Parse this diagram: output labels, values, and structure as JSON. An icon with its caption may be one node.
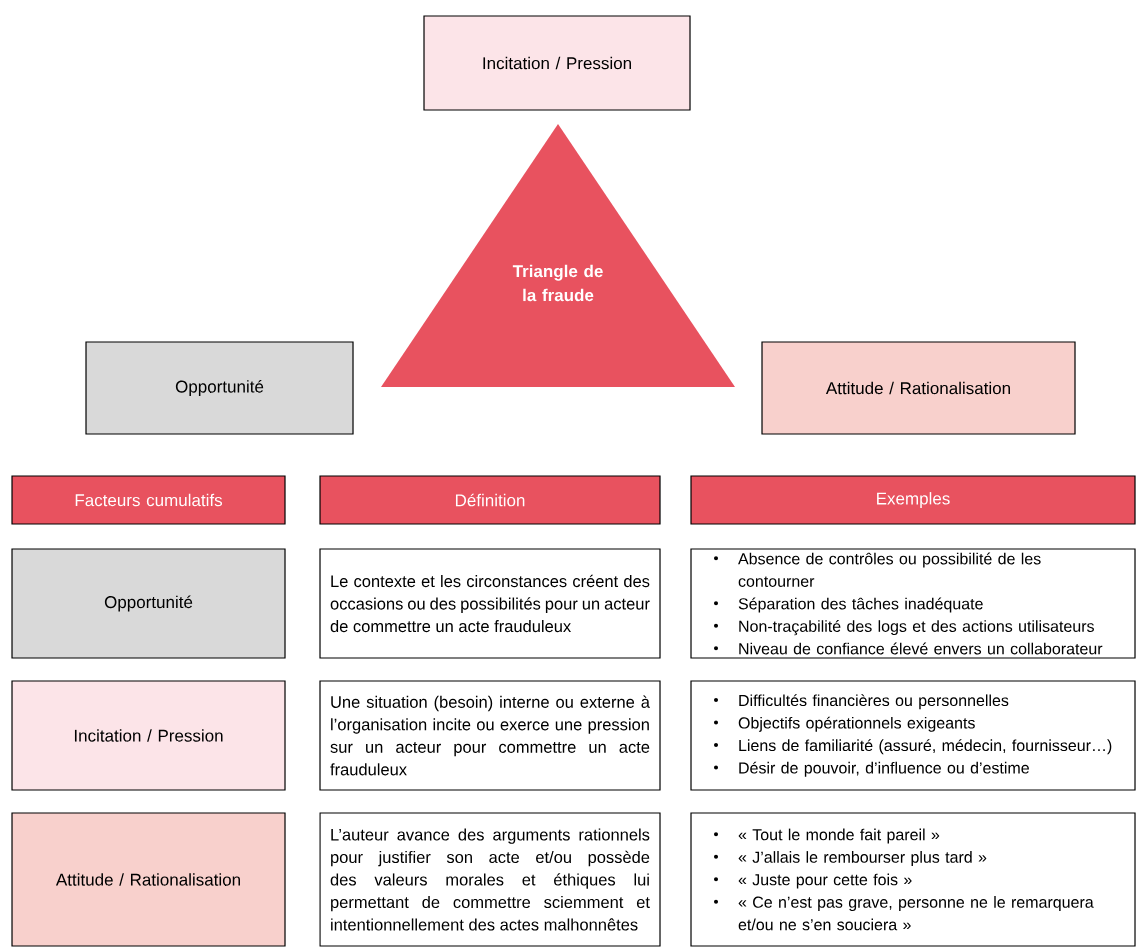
{
  "diagram": {
    "nodes": [
      {
        "text": [
          "Incitation / Pression"
        ]
      },
      {
        "text": [
          "Triangle de la fraude"
        ]
      },
      {
        "text": [
          "Opportunité"
        ]
      },
      {
        "text": [
          "Attitude / Rationalisation"
        ]
      },
      {
        "text": [
          "Facteurs cumulatifs"
        ]
      },
      {
        "text": [
          "Définition"
        ]
      },
      {
        "text": [
          "Exemples"
        ]
      },
      {
        "text": [
          "Opportunité"
        ]
      },
      {
        "text": [
          "Le contexte et les circonstances créent des occasions ou des possibilités pour un acteur de commettre un acte frauduleux"
        ]
      },
      {
        "text": [
          "Absence de contrôles ou possibilité de les contourner",
          "Séparation des tâches inadéquate",
          "Non-traçabilité des logs et des actions utilisateurs",
          "Niveau de confiance élevé envers un collaborateur"
        ]
      },
      {
        "text": [
          "Incitation / Pression"
        ]
      },
      {
        "text": [
          "Une situation (besoin) interne ou externe à l’organisation incite ou exerce une pression sur un acteur pour commettre un acte frauduleux"
        ]
      },
      {
        "text": [
          "Difficultés financières ou personnelles",
          "Objectifs opérationnels exigeants",
          "Liens de familiarité (assuré, médecin, fournisseur…)",
          "Désir de pouvoir, d’influence ou d’estime"
        ]
      },
      {
        "text": [
          "Attitude / Rationalisation"
        ]
      },
      {
        "text": [
          "L’auteur avance des arguments rationnels pour justifier son acte et/ou possède des valeurs morales et éthiques lui permettant de commettre sciemment et intentionnellement des actes malhonnêtes"
        ]
      },
      {
        "text": [
          "« Tout le monde fait pareil »",
          "« J’allais le rembourser plus tard »",
          "« Juste pour cette fois »",
          "« Ce n’est pas grave, personne ne le remarquera et/ou ne s’en souciera »"
        ]
      }
    ]
  }
}
